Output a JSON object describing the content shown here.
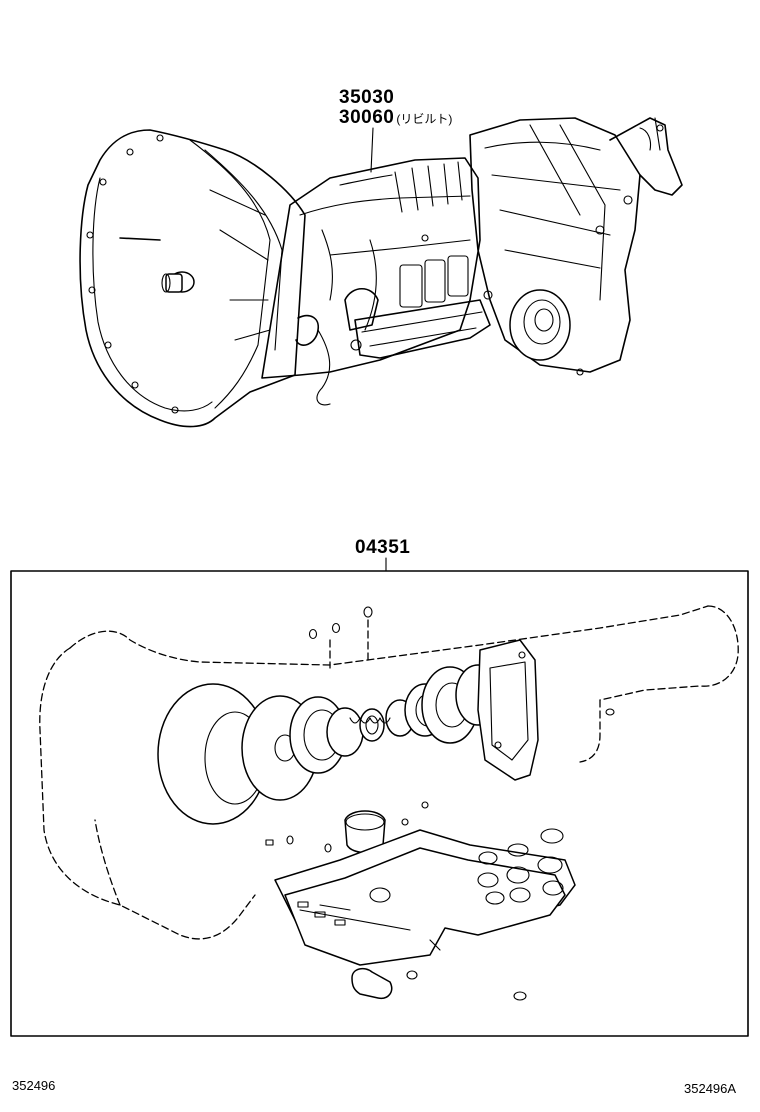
{
  "callouts": {
    "assembly_a": "35030",
    "assembly_b": "30060",
    "assembly_b_note": "(リビルト)",
    "gasket_kit": "04351"
  },
  "figure_ids": {
    "left": "352496",
    "right": "352496A"
  }
}
